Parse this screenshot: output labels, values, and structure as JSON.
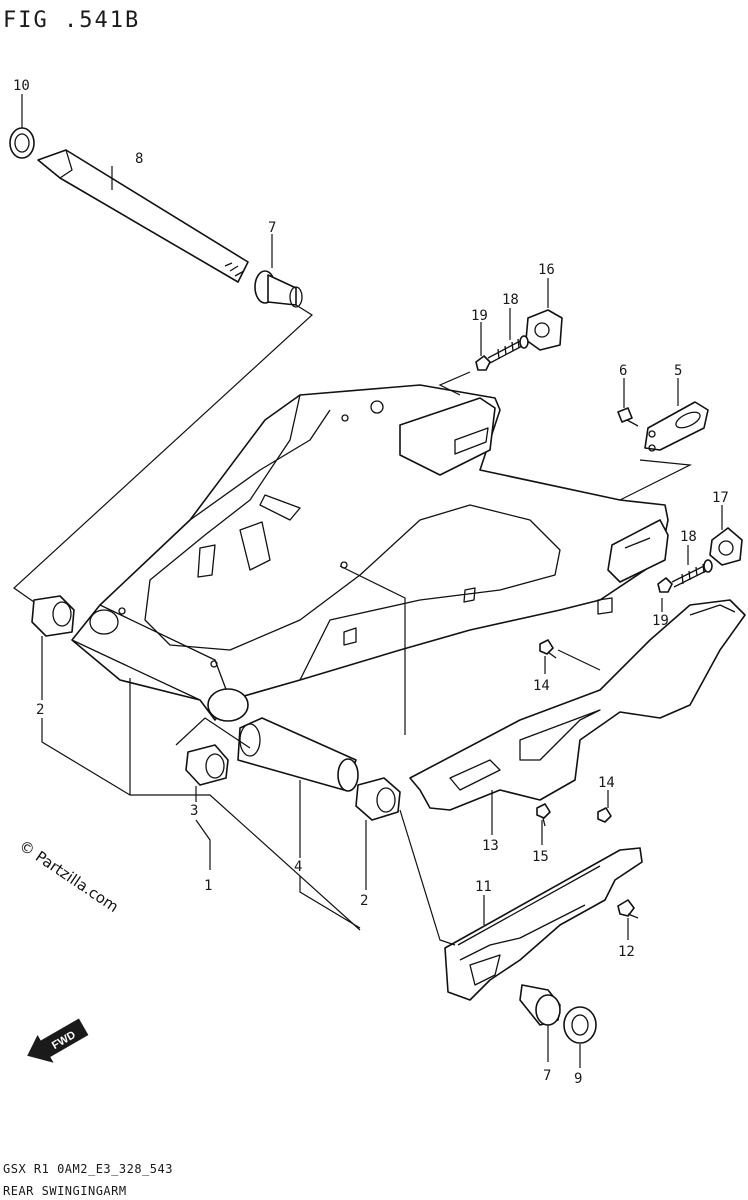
{
  "header": {
    "fig_title": "FIG .541B"
  },
  "callouts": {
    "c10": "10",
    "c8": "8",
    "c7a": "7",
    "c16": "16",
    "c18a": "18",
    "c19a": "19",
    "c6": "6",
    "c5": "5",
    "c17": "17",
    "c18b": "18",
    "c19b": "19",
    "c14a": "14",
    "c2a": "2",
    "c3": "3",
    "c1": "1",
    "c4": "4",
    "c2b": "2",
    "c14b": "14",
    "c13": "13",
    "c15": "15",
    "c11": "11",
    "c12": "12",
    "c7b": "7",
    "c9": "9"
  },
  "watermark": "© Partzilla.com",
  "fwd_badge": "FWD",
  "footer": {
    "model_code": "GSX R1 0AM2_E3_328_543",
    "section_name": "REAR SWINGINGARM"
  }
}
